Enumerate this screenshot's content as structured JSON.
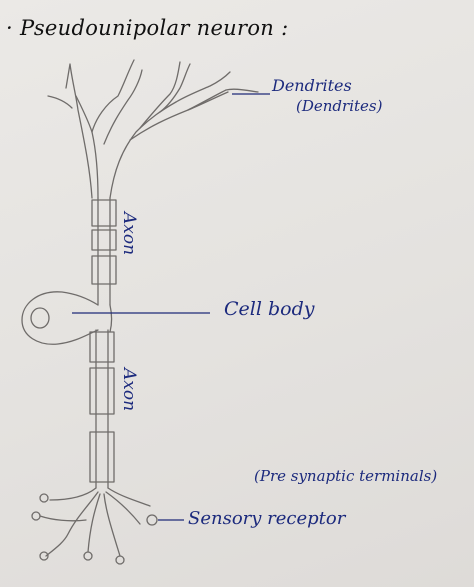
{
  "title": "· Pseudounipolar neuron :",
  "labels": {
    "dendrites": "Dendrites",
    "dendrites_alt": "(Dendrites)",
    "axon_upper": "Axon",
    "cell_body": "Cell body",
    "axon_lower": "Axon",
    "presynaptic_terminals": "(Pre synaptic terminals)",
    "sensory_receptor": "Sensory receptor"
  },
  "colors": {
    "ink": "#1c2a7d",
    "pencil": "#6f6c6a",
    "paper": "#e6e4e1"
  }
}
